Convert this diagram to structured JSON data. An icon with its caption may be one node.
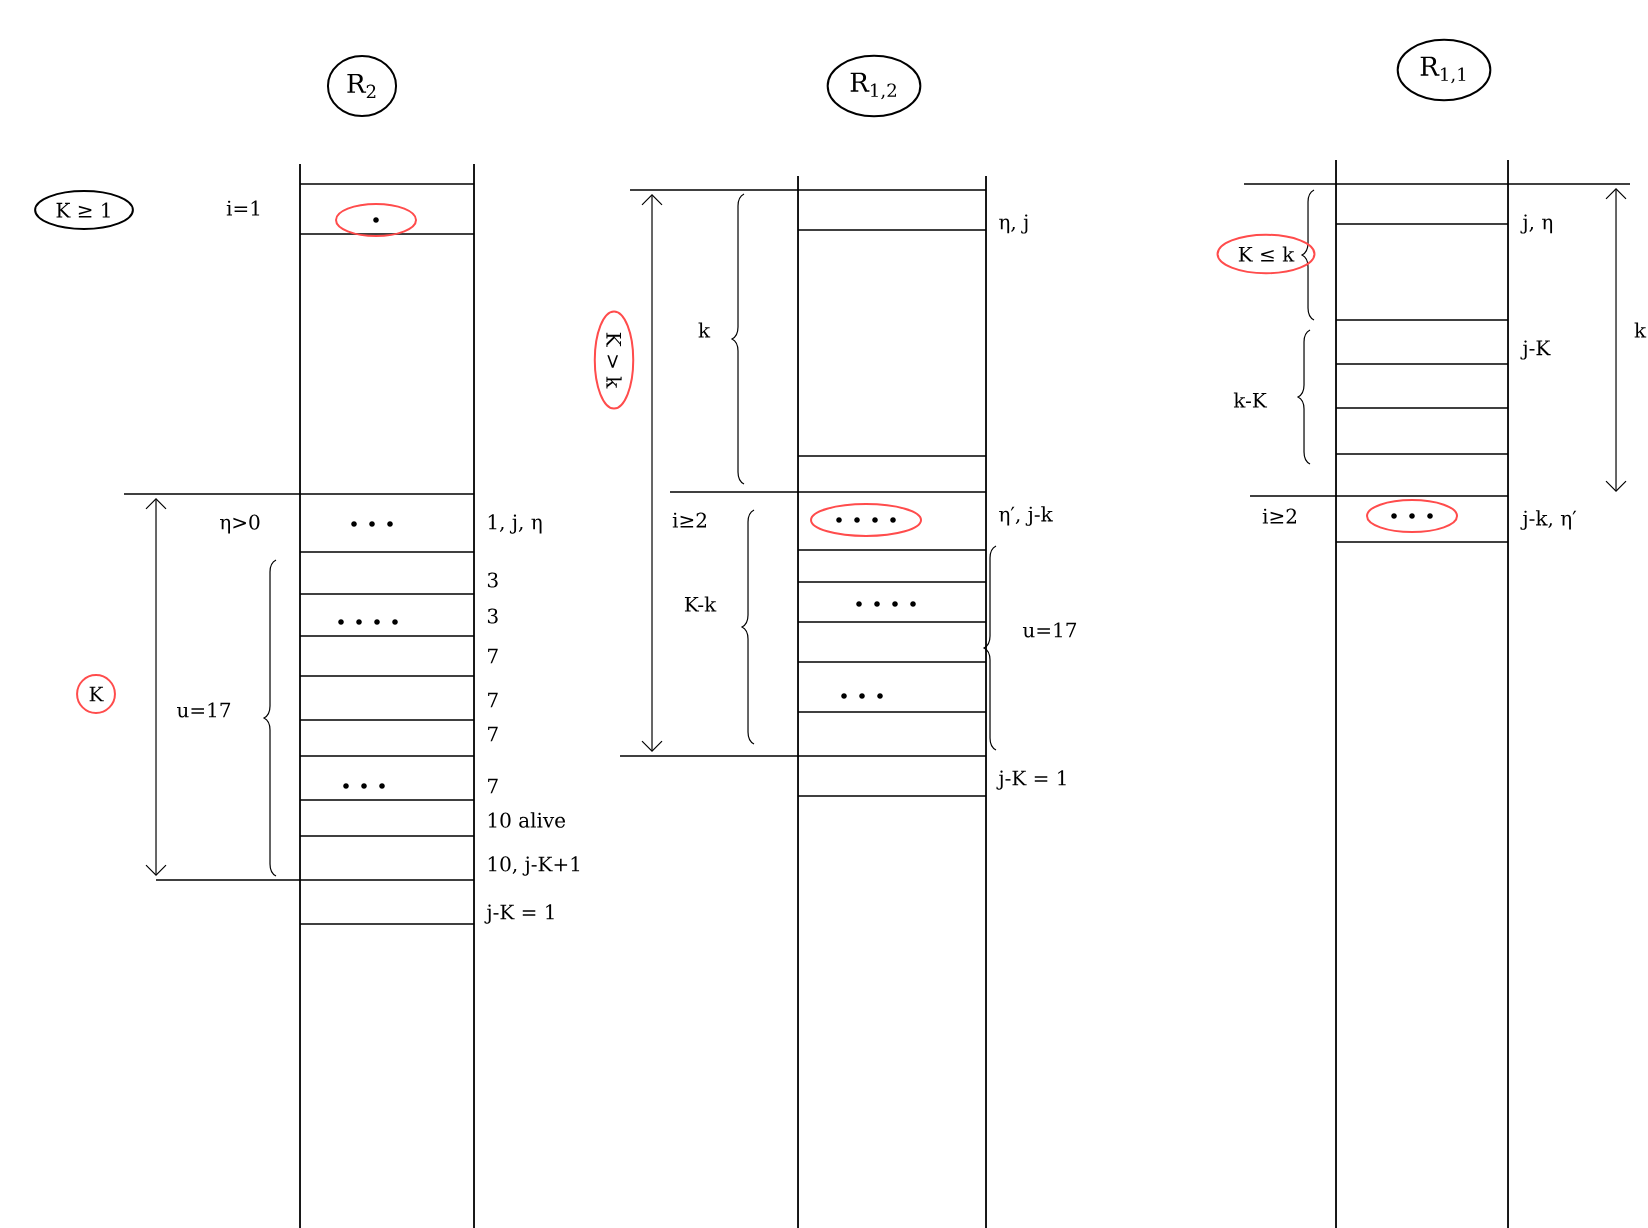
{
  "diagram": {
    "nodes": [
      {
        "text": [
          "R$_{2}$"
        ]
      },
      {
        "text": [
          "R$_{1,2}$"
        ]
      },
      {
        "text": [
          "R$_{1,1}$"
        ]
      },
      {
        "text": [
          "K ≥ 1"
        ]
      },
      {
        "text": [],
        "shape": "ellipse"
      },
      {
        "text": [
          "K"
        ]
      },
      {
        "text": [
          "K > k"
        ]
      },
      {
        "text": [],
        "shape": "ellipse"
      },
      {
        "text": [
          "K ≤ k"
        ]
      },
      {
        "text": [],
        "shape": "ellipse"
      }
    ],
    "labels": [
      "i=1",
      "η>0",
      "u=17",
      "1, j, η",
      "3",
      "3",
      "7",
      "7",
      "7",
      "7",
      "10 alive",
      "10, j-K+1",
      "j-K = 1",
      "k",
      "η, j",
      "i≥2",
      "η′, j-k",
      "K-k",
      "u=17",
      "j-K = 1",
      "j, η",
      "k",
      "k-K",
      "j-K",
      "i≥2",
      "j-k, η′"
    ]
  }
}
